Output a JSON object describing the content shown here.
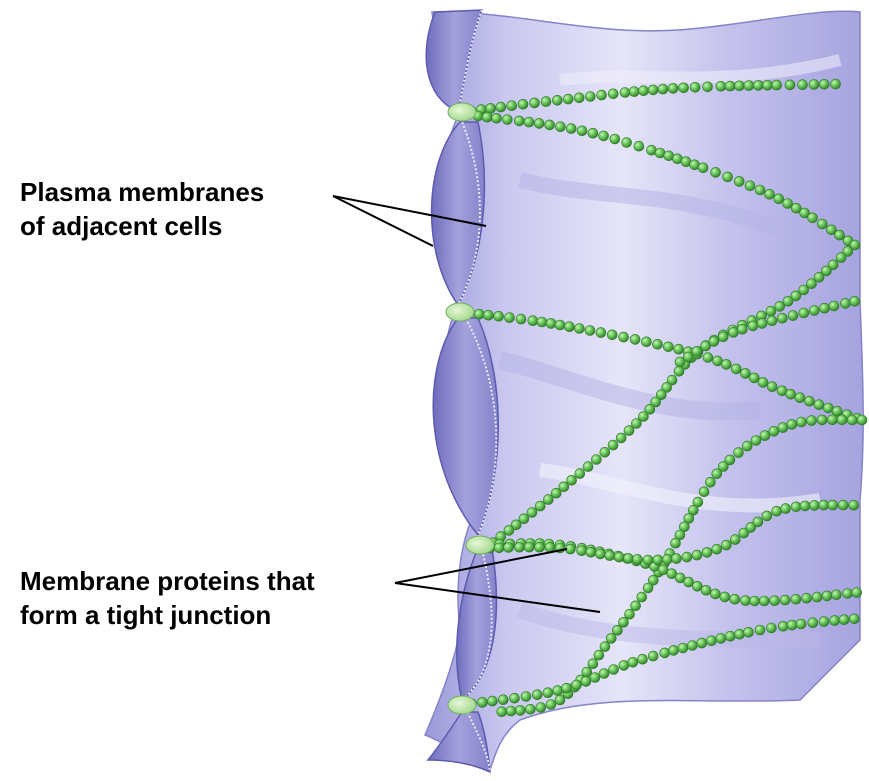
{
  "labels": {
    "plasma_membranes": [
      "Plasma membranes",
      "of adjacent cells"
    ],
    "membrane_proteins": [
      "Membrane proteins that",
      "form a tight junction"
    ]
  },
  "colors": {
    "membrane_light": "#d8d6f2",
    "membrane_mid": "#a9a6e0",
    "membrane_dark": "#7674c2",
    "bead": "#5dbb4f",
    "bead_dark": "#2e7a28",
    "bead_highlight": "#b9eca8",
    "leader_line": "#000000"
  }
}
